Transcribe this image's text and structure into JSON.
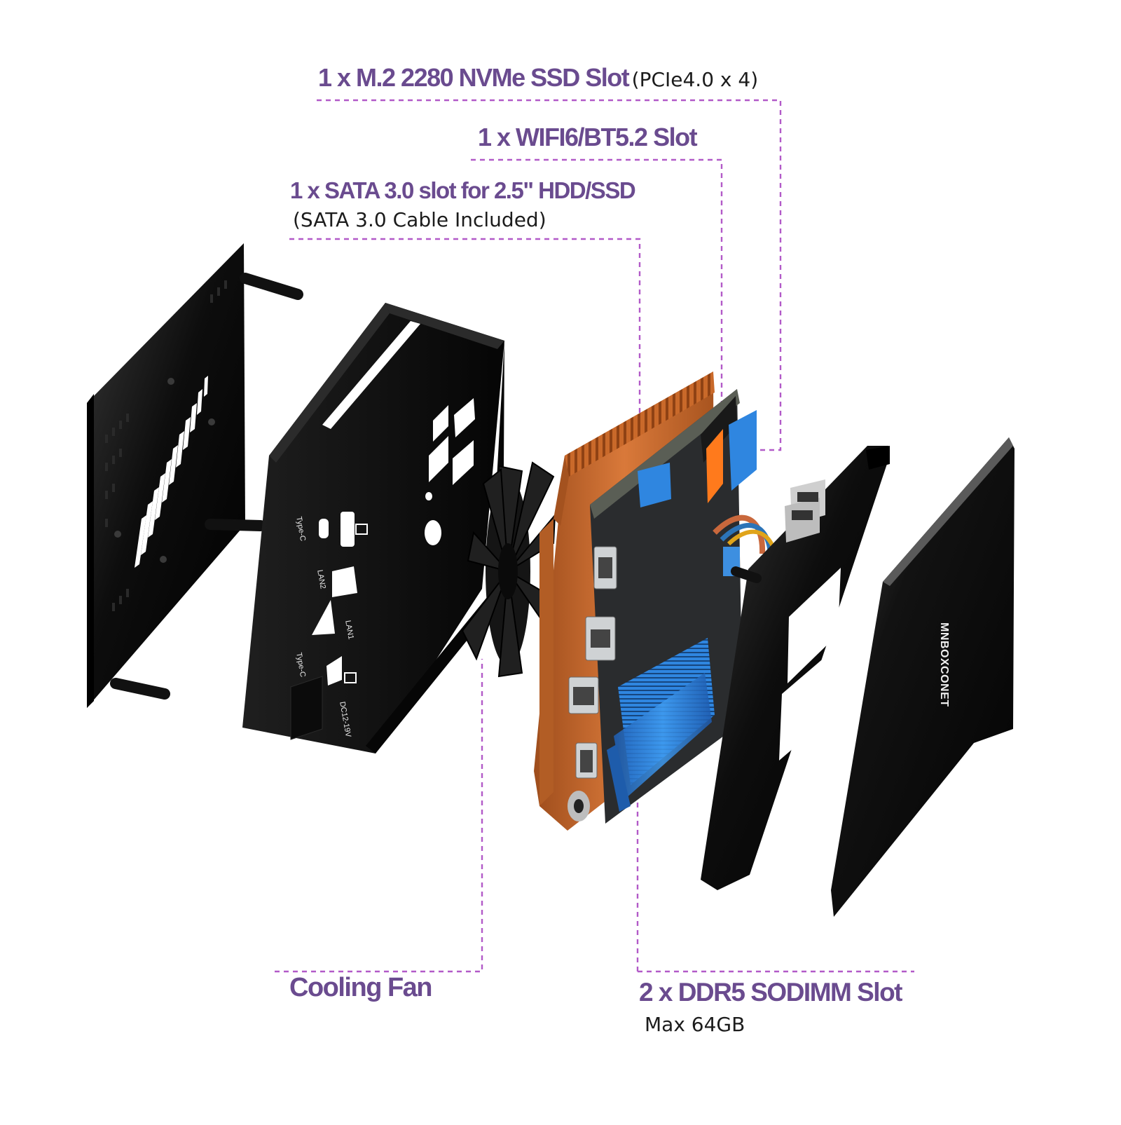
{
  "callouts": {
    "ssd": {
      "title": "1 x M.2 2280 NVMe SSD Slot",
      "note": "(PCIe4.0 x 4)"
    },
    "wifi": {
      "title": "1 x WIFI6/BT5.2 Slot"
    },
    "sata": {
      "title": "1 x SATA 3.0 slot for 2.5\" HDD/SSD",
      "note": "(SATA 3.0 Cable Included)"
    },
    "fan": {
      "title": "Cooling Fan"
    },
    "ram": {
      "title": "2 x DDR5 SODIMM Slot",
      "note": "Max 64GB"
    }
  },
  "port_labels": {
    "type_c_top": "Type-C",
    "lan2": "LAN2",
    "lan1": "LAN1",
    "type_c_bottom": "Type-C",
    "dc_in": "DC12-19V"
  },
  "brand_mark": "MNBOXCONET",
  "colors": {
    "callout_title": "#6a4b8f",
    "leader_line": "#b25ac8",
    "heatsink": "#c9692a",
    "slot_blue": "#2f86e0",
    "chassis": "#141414"
  }
}
